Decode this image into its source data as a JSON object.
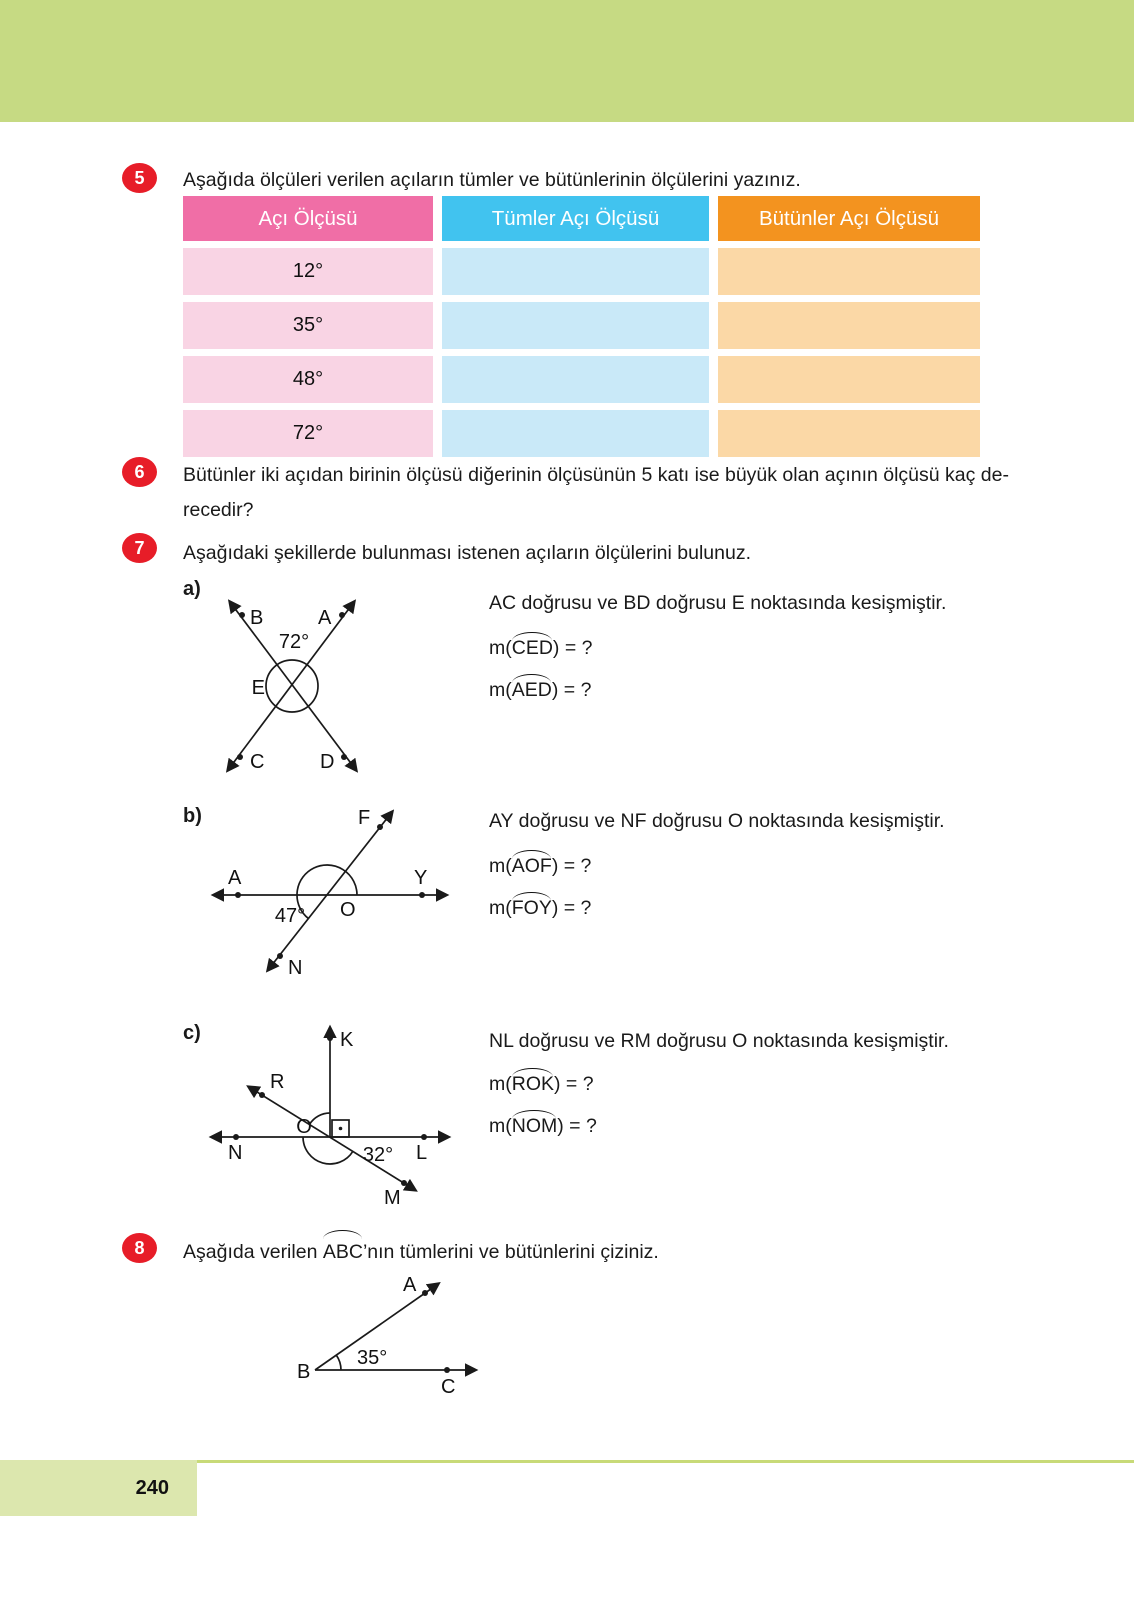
{
  "colors": {
    "top_band_green": "#c6da83",
    "badge_red": "#e71d28",
    "header_pink": "#f06ea6",
    "header_blue": "#41c3ef",
    "header_orange": "#f3931f",
    "row_light_pink": "#f9d4e4",
    "row_light_blue": "#c9e9f8",
    "row_light_orange": "#fbd8a6",
    "footer_box_green": "#dce7ae",
    "footer_line_green": "#c8da78"
  },
  "page_number": "240",
  "q5": {
    "badge": "5",
    "prompt": "Aşağıda ölçüleri verilen açıların tümler ve bütünlerinin ölçülerini yazınız.",
    "table": {
      "headers": [
        "Açı Ölçüsü",
        "Tümler Açı Ölçüsü",
        "Bütünler Açı Ölçüsü"
      ],
      "rows": [
        {
          "angle": "12°",
          "tumler": "",
          "butunler": ""
        },
        {
          "angle": "35°",
          "tumler": "",
          "butunler": ""
        },
        {
          "angle": "48°",
          "tumler": "",
          "butunler": ""
        },
        {
          "angle": "72°",
          "tumler": "",
          "butunler": ""
        }
      ]
    }
  },
  "q6": {
    "badge": "6",
    "line1": "Bütünler iki açıdan birinin ölçüsü diğerinin ölçüsünün 5 katı ise büyük olan açının ölçüsü kaç de-",
    "line2": "recedir?"
  },
  "q7": {
    "badge": "7",
    "prompt": "Aşağıdaki şekillerde bulunması istenen açıların ölçülerini bulunuz.",
    "fig_a": {
      "label": "a)",
      "desc": "AC doğrusu ve BD doğrusu E noktasında kesişmiştir.",
      "angle": "72°",
      "points": {
        "A": "A",
        "B": "B",
        "C": "C",
        "D": "D",
        "E": "E"
      },
      "m1": {
        "prefix": "m(",
        "arc": "CED",
        "suffix": ") = ?"
      },
      "m2": {
        "prefix": "m(",
        "arc": "AED",
        "suffix": ") = ?"
      }
    },
    "fig_b": {
      "label": "b)",
      "desc": "AY doğrusu ve NF doğrusu O noktasında kesişmiştir.",
      "angle": "47°",
      "points": {
        "A": "A",
        "Y": "Y",
        "F": "F",
        "N": "N",
        "O": "O"
      },
      "m1": {
        "prefix": "m(",
        "arc": "AOF",
        "suffix": ") = ?"
      },
      "m2": {
        "prefix": "m(",
        "arc": "FOY",
        "suffix": ") = ?"
      }
    },
    "fig_c": {
      "label": "c)",
      "desc": "NL doğrusu ve RM doğrusu O noktasında kesişmiştir.",
      "angle": "32°",
      "points": {
        "N": "N",
        "L": "L",
        "K": "K",
        "R": "R",
        "M": "M",
        "O": "O"
      },
      "m1": {
        "prefix": "m(",
        "arc": "ROK",
        "suffix": ") = ?"
      },
      "m2": {
        "prefix": "m(",
        "arc": "NOM",
        "suffix": ") = ?"
      }
    }
  },
  "q8": {
    "badge": "8",
    "prompt_before": "Aşağıda verilen ",
    "prompt_arc": "ABC",
    "prompt_after": "’nın tümlerini ve bütünlerini çiziniz.",
    "angle": "35°",
    "points": {
      "A": "A",
      "B": "B",
      "C": "C"
    }
  }
}
